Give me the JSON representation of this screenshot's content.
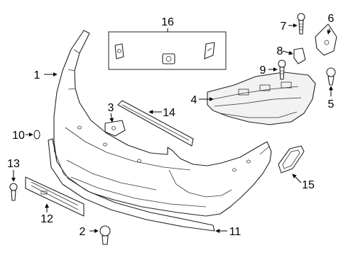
{
  "callouts": [
    {
      "id": "1",
      "label": "1"
    },
    {
      "id": "2",
      "label": "2"
    },
    {
      "id": "3",
      "label": "3"
    },
    {
      "id": "4",
      "label": "4"
    },
    {
      "id": "5",
      "label": "5"
    },
    {
      "id": "6",
      "label": "6"
    },
    {
      "id": "7",
      "label": "7"
    },
    {
      "id": "8",
      "label": "8"
    },
    {
      "id": "9",
      "label": "9"
    },
    {
      "id": "10",
      "label": "10"
    },
    {
      "id": "11",
      "label": "11"
    },
    {
      "id": "12",
      "label": "12"
    },
    {
      "id": "13",
      "label": "13"
    },
    {
      "id": "14",
      "label": "14"
    },
    {
      "id": "15",
      "label": "15"
    },
    {
      "id": "16",
      "label": "16"
    }
  ],
  "colors": {
    "line": "#222222",
    "background": "#ffffff"
  }
}
